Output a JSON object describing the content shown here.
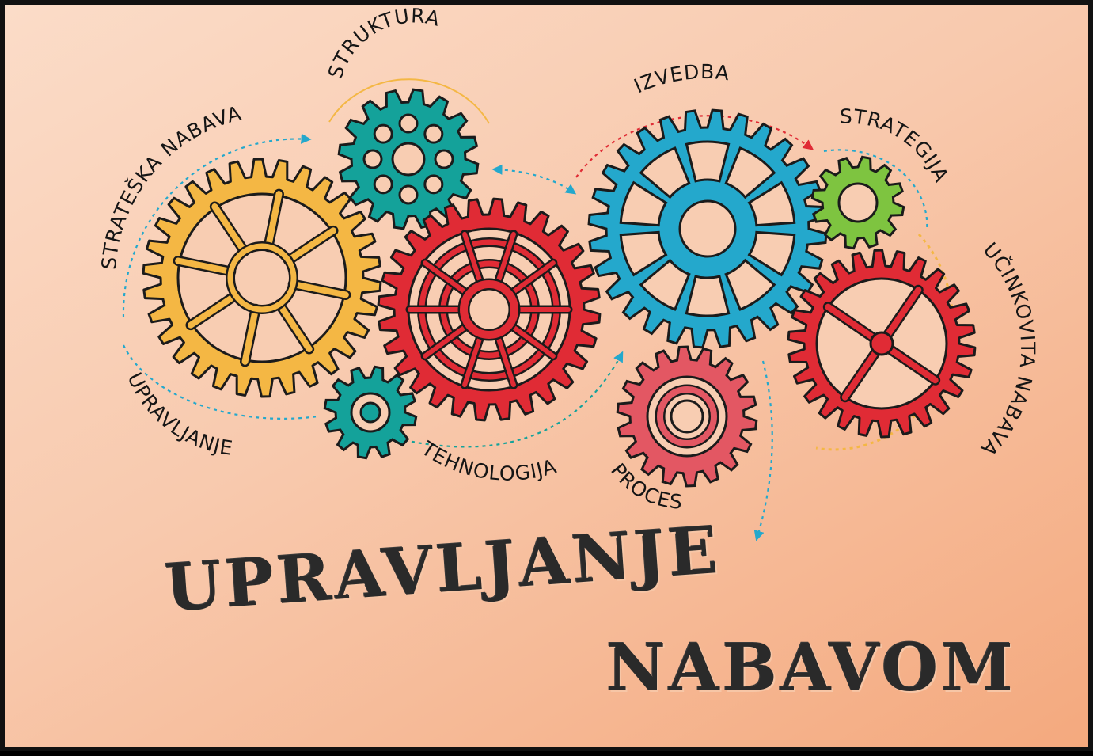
{
  "colors": {
    "yellow": "#f4b744",
    "teal": "#14a29a",
    "red": "#e02b35",
    "blue": "#24a8cc",
    "green": "#7ec440",
    "pink": "#e35763",
    "outline": "#1b1b1b",
    "background_start": "#fbdcc8",
    "background_end": "#f4a97e"
  },
  "labels": {
    "strateska_nabava": "STRATEŠKA NABAVA",
    "struktura": "STRUKTURA",
    "izvedba": "IZVEDBA",
    "strategija": "STRATEGIJA",
    "ucinkovita_nabava": "UČINKOVITA NABAVA",
    "upravljanje": "UPRAVLJANJE",
    "tehnologija": "TEHNOLOGIJA",
    "proces": "PROCES"
  },
  "title": {
    "line1": "UPRAVLJANJE",
    "line2": "NABAVOM"
  },
  "gears": [
    {
      "name": "yellow-gear",
      "color": "yellow"
    },
    {
      "name": "teal-top-gear",
      "color": "teal"
    },
    {
      "name": "red-center-gear",
      "color": "red"
    },
    {
      "name": "blue-gear",
      "color": "blue"
    },
    {
      "name": "green-gear",
      "color": "green"
    },
    {
      "name": "red-right-gear",
      "color": "red"
    },
    {
      "name": "teal-small-gear",
      "color": "teal"
    },
    {
      "name": "pink-gear",
      "color": "pink"
    }
  ]
}
